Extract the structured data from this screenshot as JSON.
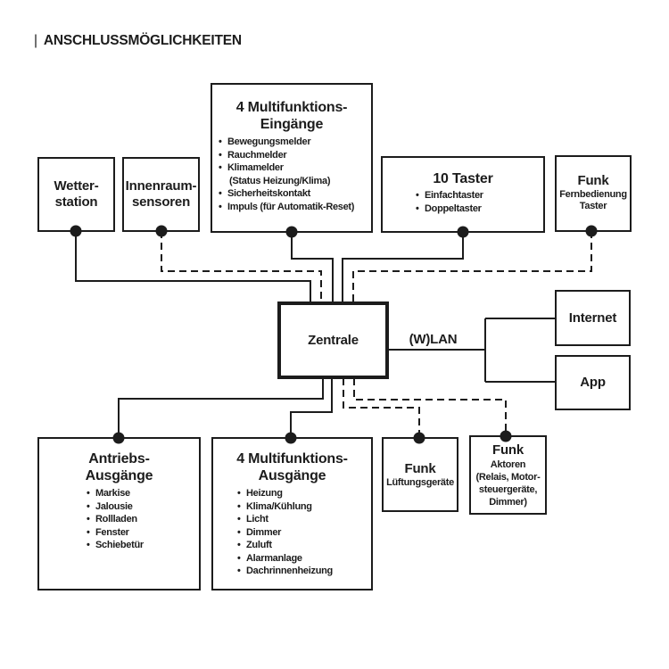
{
  "colors": {
    "ink": "#1c1c1c",
    "background": "#ffffff"
  },
  "header": {
    "bar": "|",
    "title": "ANSCHLUSSMÖGLICHKEITEN"
  },
  "zentrale": {
    "label": "Zentrale"
  },
  "network": {
    "wlan_label": "(W)LAN",
    "internet_label": "Internet",
    "app_label": "App"
  },
  "inputs": {
    "wetterstation": {
      "line1": "Wetter-",
      "line2": "station"
    },
    "innenraumsensoren": {
      "line1": "Innenraum-",
      "line2": "sensoren"
    },
    "multifunktions_eingaenge": {
      "title1": "4 Multifunktions-",
      "title2": "Eingänge",
      "item1": "Bewegungsmelder",
      "item2": "Rauchmelder",
      "item3": "Klimamelder",
      "item3_sub": "(Status Heizung/Klima)",
      "item4": "Sicherheitskontakt",
      "item5": "Impuls (für Automatik-Reset)"
    },
    "taster": {
      "title": "10 Taster",
      "item1": "Einfachtaster",
      "item2": "Doppeltaster"
    },
    "funk_fernbedienung": {
      "title": "Funk",
      "line2": "Fernbedienung",
      "line3": "Taster"
    }
  },
  "outputs": {
    "antriebs_ausgaenge": {
      "title1": "Antriebs-",
      "title2": "Ausgänge",
      "item1": "Markise",
      "item2": "Jalousie",
      "item3": "Rollladen",
      "item4": "Fenster",
      "item5": "Schiebetür"
    },
    "multifunktions_ausgaenge": {
      "title1": "4 Multifunktions-",
      "title2": "Ausgänge",
      "item1": "Heizung",
      "item2": "Klima/Kühlung",
      "item3": "Licht",
      "item4": "Dimmer",
      "item5": "Zuluft",
      "item6": "Alarmanlage",
      "item7": "Dachrinnenheizung"
    },
    "funk_lueftung": {
      "title": "Funk",
      "line2": "Lüftungsgeräte"
    },
    "funk_aktoren": {
      "title": "Funk",
      "line2": "Aktoren",
      "line3": "(Relais, Motor-",
      "line4": "steuergeräte,",
      "line5": "Dimmer)"
    }
  }
}
